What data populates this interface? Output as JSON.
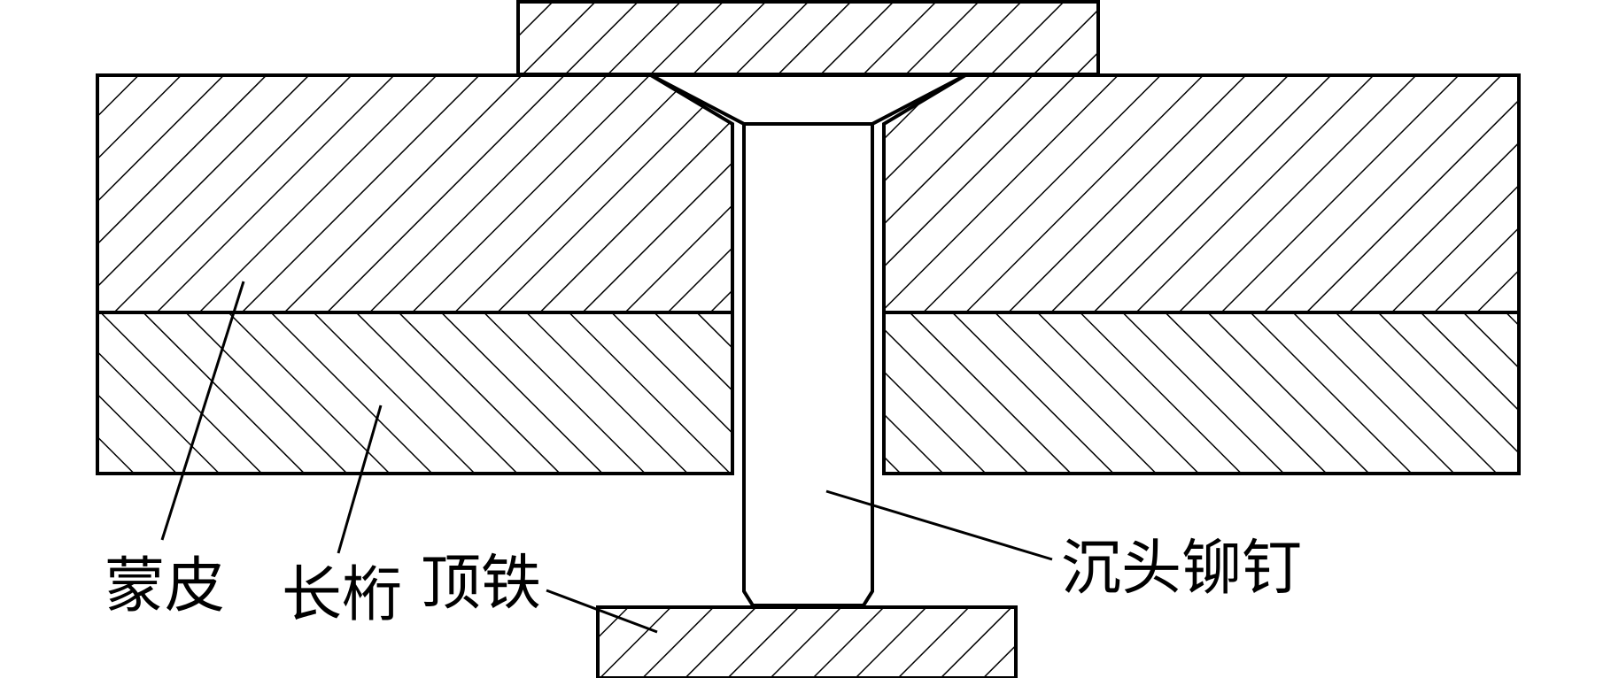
{
  "labels": {
    "skin": "蒙皮",
    "stringer": "长桁",
    "bucking_bar": "顶铁",
    "countersunk_rivet": "沉头铆钉"
  },
  "colors": {
    "line": "#000000",
    "background": "#ffffff"
  }
}
